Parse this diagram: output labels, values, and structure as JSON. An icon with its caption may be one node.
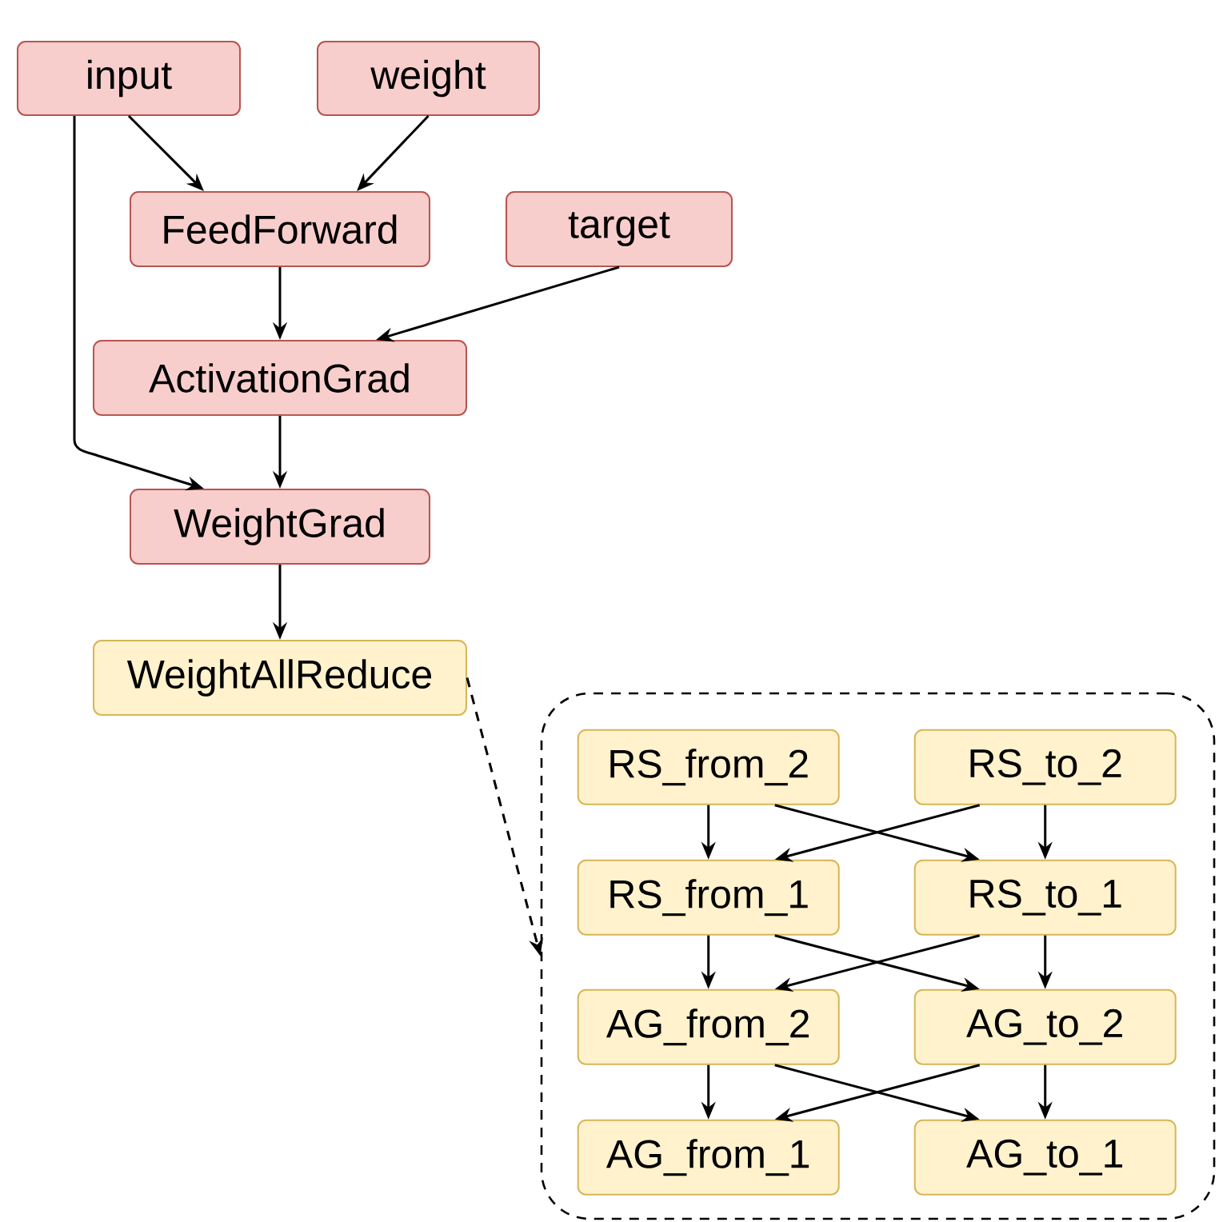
{
  "diagram": {
    "nodes": [
      {
        "text": [
          "input"
        ]
      },
      {
        "text": [
          "weight"
        ]
      },
      {
        "text": [
          "FeedForward"
        ]
      },
      {
        "text": [
          "target"
        ]
      },
      {
        "text": [
          "ActivationGrad"
        ]
      },
      {
        "text": [
          "WeightGrad"
        ]
      },
      {
        "text": [
          "WeightAllReduce"
        ]
      },
      {
        "text": [],
        "shape": "box"
      },
      {
        "text": [
          "RS_from_2"
        ],
        "in": 7
      },
      {
        "text": [
          "RS_to_2"
        ],
        "in": 7
      },
      {
        "text": [
          "RS_from_1"
        ],
        "in": 7
      },
      {
        "text": [
          "RS_to_1"
        ],
        "in": 7
      },
      {
        "text": [
          "AG_from_2"
        ],
        "in": 7
      },
      {
        "text": [
          "AG_to_2"
        ],
        "in": 7
      },
      {
        "text": [
          "AG_from_1"
        ],
        "in": 7
      },
      {
        "text": [
          "AG_to_1"
        ],
        "in": 7
      }
    ],
    "edges": [
      {
        "from": 0,
        "to": 2,
        "arrow": "to"
      },
      {
        "from": 1,
        "to": 2,
        "arrow": "to"
      },
      {
        "from": 0,
        "to": 5,
        "arrow": "to"
      },
      {
        "from": 2,
        "to": 4,
        "arrow": "to"
      },
      {
        "from": 3,
        "to": 4,
        "arrow": "to"
      },
      {
        "from": 4,
        "to": 5,
        "arrow": "to"
      },
      {
        "from": 5,
        "to": 6,
        "arrow": "to"
      },
      {
        "from": 6,
        "to": 7,
        "arrow": "to",
        "style": "dashed"
      },
      {
        "from": 8,
        "to": 10,
        "arrow": "to"
      },
      {
        "from": 8,
        "to": 11,
        "arrow": "to"
      },
      {
        "from": 9,
        "to": 10,
        "arrow": "to"
      },
      {
        "from": 9,
        "to": 11,
        "arrow": "to"
      },
      {
        "from": 10,
        "to": 12,
        "arrow": "to"
      },
      {
        "from": 10,
        "to": 13,
        "arrow": "to"
      },
      {
        "from": 11,
        "to": 12,
        "arrow": "to"
      },
      {
        "from": 11,
        "to": 13,
        "arrow": "to"
      },
      {
        "from": 12,
        "to": 14,
        "arrow": "to"
      },
      {
        "from": 12,
        "to": 15,
        "arrow": "to"
      },
      {
        "from": 13,
        "to": 14,
        "arrow": "to"
      },
      {
        "from": 13,
        "to": 15,
        "arrow": "to"
      }
    ]
  }
}
